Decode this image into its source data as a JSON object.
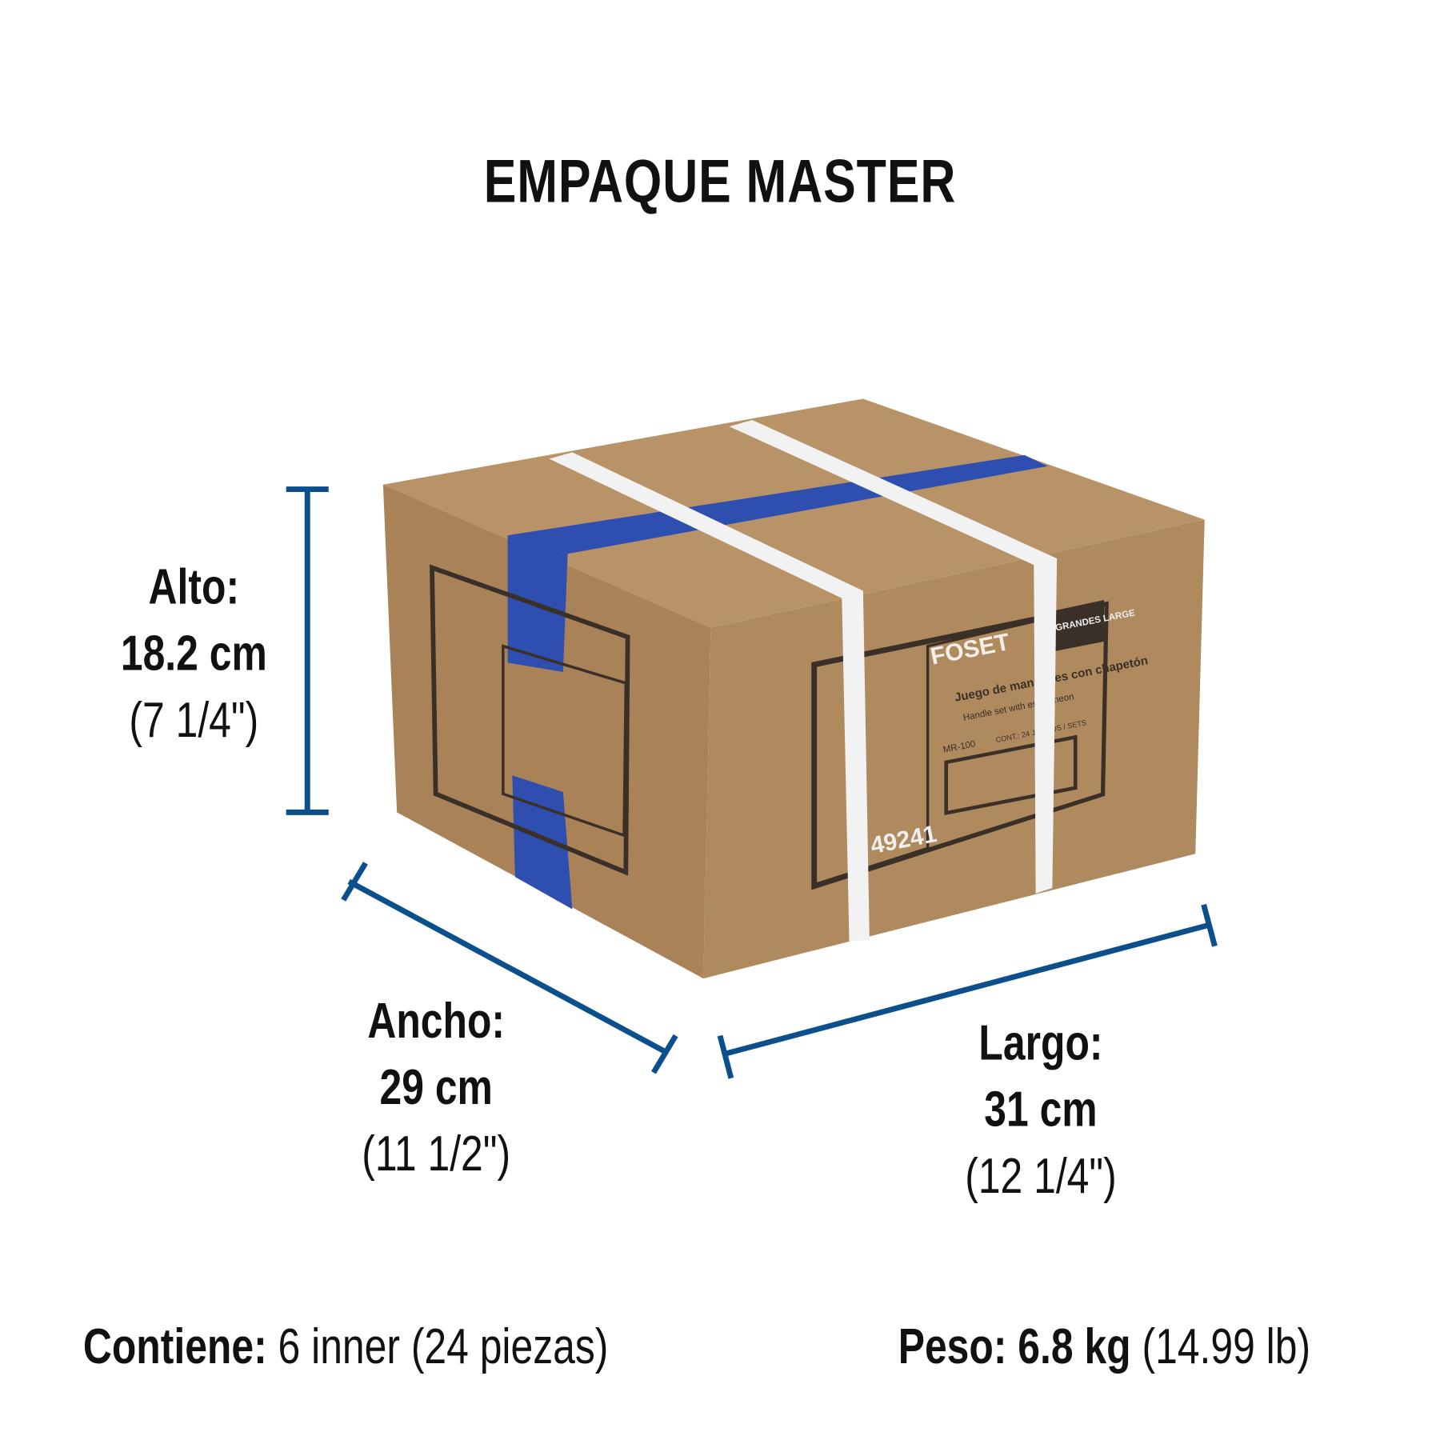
{
  "title": "EMPAQUE MASTER",
  "colors": {
    "dimension_line": "#0b4f8c",
    "cardboard": "#b48e64",
    "tape": "#2f4fb0",
    "strap": "#f2f2f2"
  },
  "dimensions": {
    "alto": {
      "label": "Alto:",
      "metric": "18.2 cm",
      "imperial": "(7 1/4\")"
    },
    "ancho": {
      "label": "Ancho:",
      "metric": "29 cm",
      "imperial": "(11 1/2\")"
    },
    "largo": {
      "label": "Largo:",
      "metric": "31 cm",
      "imperial": "(12 1/4\")"
    }
  },
  "footer": {
    "contains_label": "Contiene:",
    "contains_value": "6 inner (24 piezas)",
    "weight_label": "Peso:",
    "weight_value": "6.8 kg",
    "weight_imperial": "(14.99 lb)"
  },
  "box_print": {
    "brand": "FOSET",
    "size": "GRANDES LARGE",
    "product": "Juego de manerales con chapetón",
    "product_en": "Handle set with escutcheon",
    "code": "49241",
    "model": "MR-100",
    "contents": "CONT.: 24 JUEGOS / SETS"
  }
}
